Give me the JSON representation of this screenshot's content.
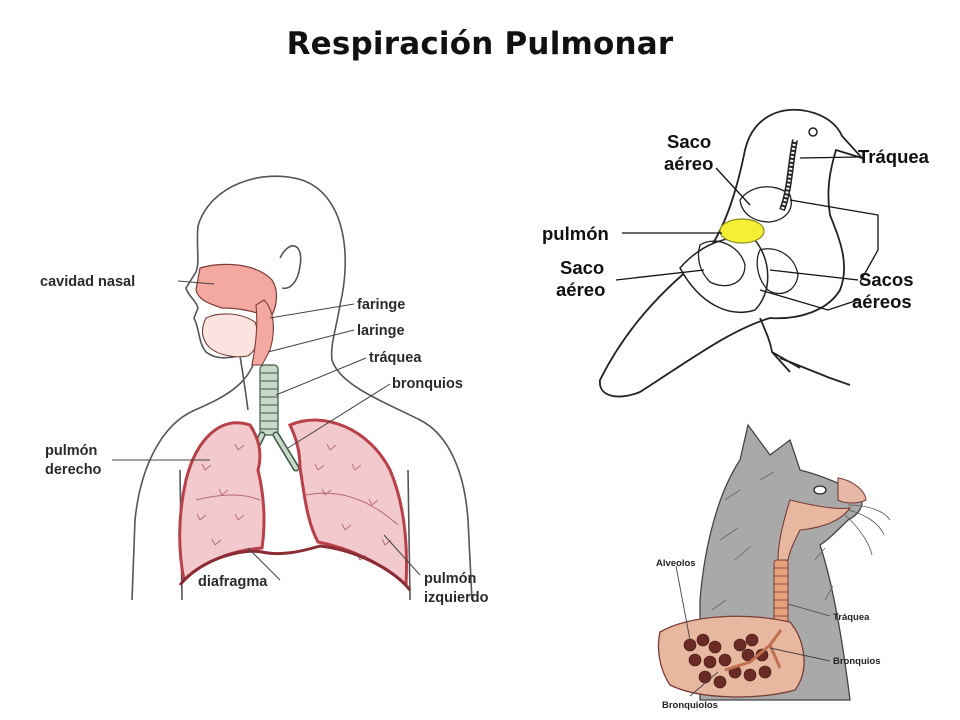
{
  "title": "Respiración Pulmonar",
  "colors": {
    "human_nasal": "#f3a8a0",
    "human_lung": "#f2c9cd",
    "lung_border": "#b94048",
    "bird_lung": "#f5f035",
    "cat_fur": "#a9a9aa",
    "cat_lung": "#e8b79f",
    "alveoli": "#6a2b25"
  },
  "human": {
    "cavidad_nasal": "cavidad nasal",
    "faringe": "faringe",
    "laringe": "laringe",
    "traquea": "tráquea",
    "bronquios": "bronquios",
    "pulmon_derecho_1": "pulmón",
    "pulmon_derecho_2": "derecho",
    "diafragma": "diafragma",
    "pulmon_izquierdo_1": "pulmón",
    "pulmon_izquierdo_2": "izquierdo"
  },
  "bird": {
    "saco_aereo_top_1": "Saco",
    "saco_aereo_top_2": "aéreo",
    "traquea": "Tráquea",
    "pulmon": "pulmón",
    "saco_aereo_bottom_1": "Saco",
    "saco_aereo_bottom_2": "aéreo",
    "sacos_aereos_1": "Sacos",
    "sacos_aereos_2": "aéreos"
  },
  "cat": {
    "alveolos": "Alveolos",
    "traquea": "Tráquea",
    "bronquios": "Bronquios",
    "bronquiolos": "Bronquiolos"
  }
}
